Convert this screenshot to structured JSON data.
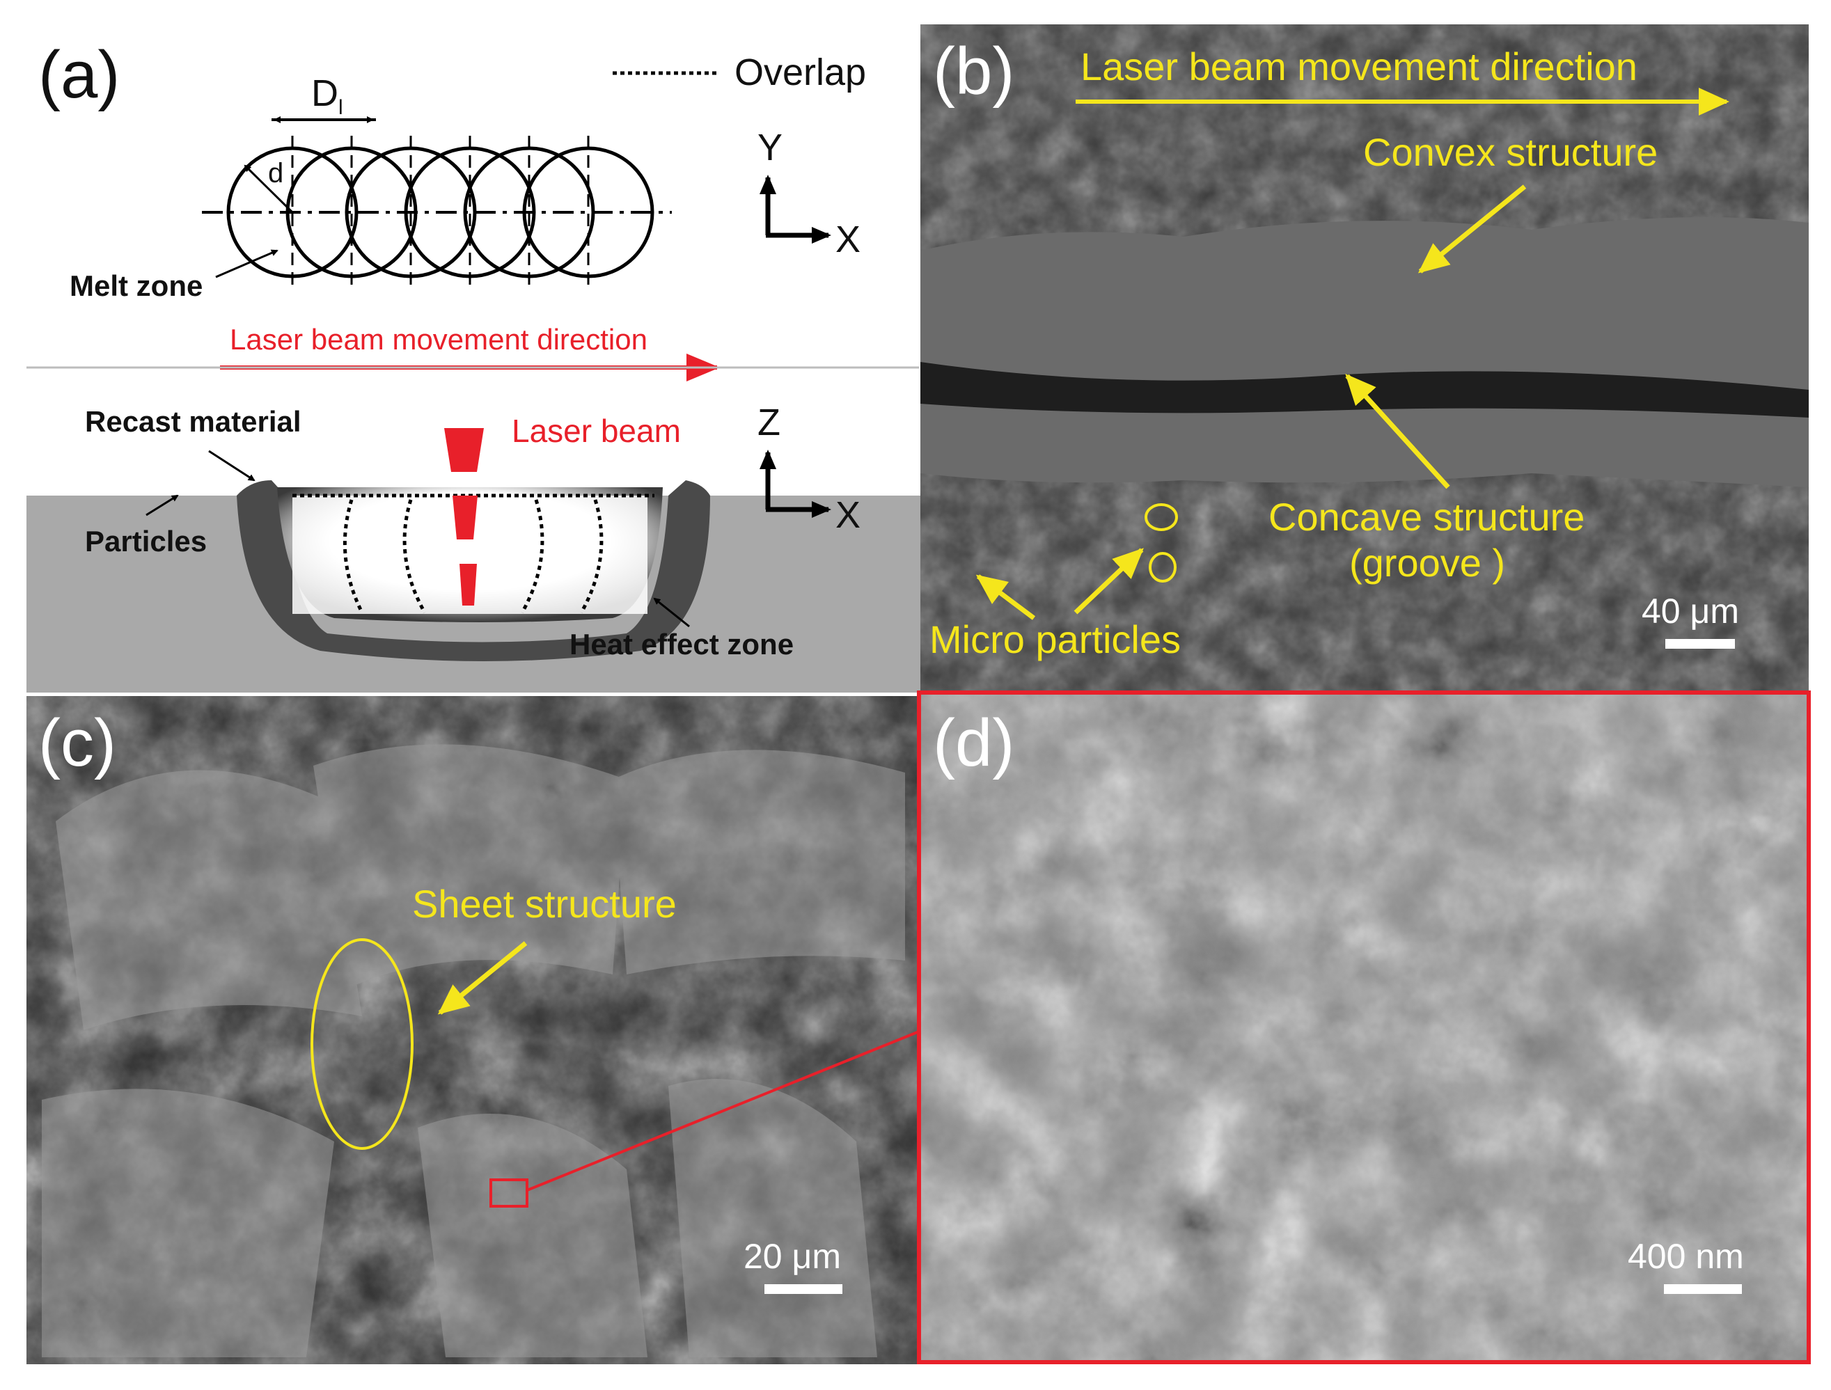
{
  "colors": {
    "annotation_yellow": "#f5e61c",
    "highlight_red": "#e8202a",
    "substrate_gray": "#a9a9a9",
    "sem_dark": "#2f2f2f"
  },
  "panel_a": {
    "label": "(a)",
    "legend_overlap": "Overlap",
    "dim_d_main": "D",
    "dim_d_sub": "l",
    "radius_label": "d",
    "melt_zone": "Melt zone",
    "axis_top_y": "Y",
    "axis_top_x": "X",
    "direction_label": "Laser beam movement direction",
    "recast_material": "Recast material",
    "laser_beam": "Laser beam",
    "particles": "Particles",
    "heat_effect_zone": "Heat effect zone",
    "axis_bottom_z": "Z",
    "axis_bottom_x": "X"
  },
  "panel_b": {
    "label": "(b)",
    "direction_label": "Laser beam movement direction",
    "convex": "Convex structure",
    "concave_line1": "Concave structure",
    "concave_line2": "(groove )",
    "micro_particles": "Micro particles",
    "scale_bar": "40 μm"
  },
  "panel_c": {
    "label": "(c)",
    "sheet_structure": "Sheet structure",
    "scale_bar": "20 μm"
  },
  "panel_d": {
    "label": "(d)",
    "scale_bar": "400 nm"
  }
}
